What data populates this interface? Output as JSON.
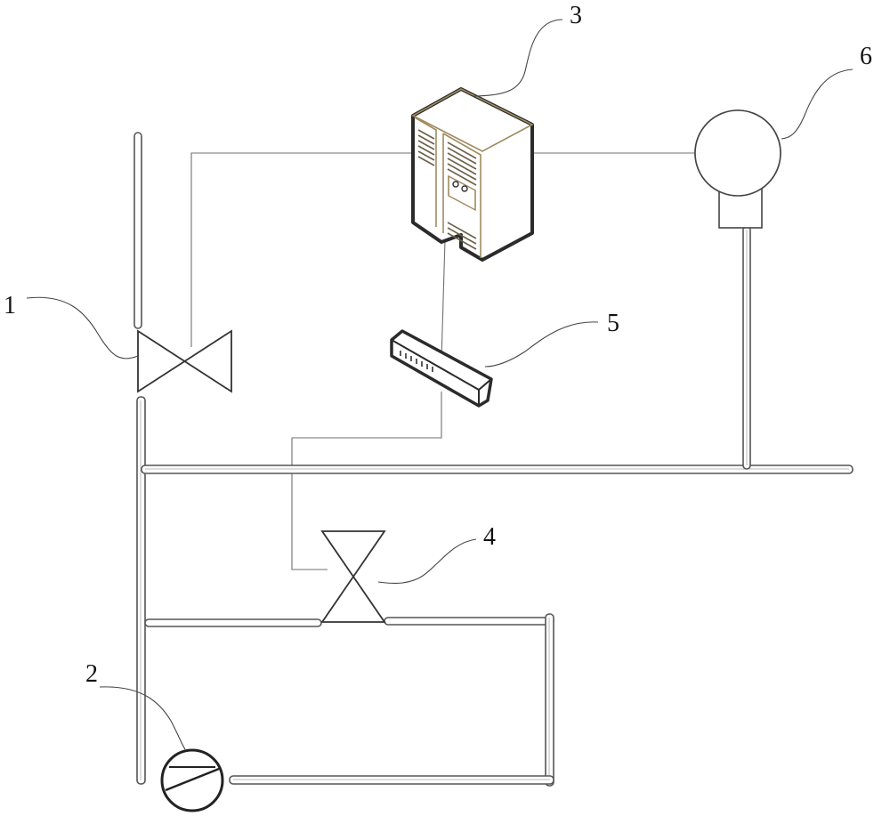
{
  "labels": {
    "valve_1": "1",
    "pump_2": "2",
    "cabinet_3": "3",
    "valve_4": "4",
    "switch_5": "5",
    "fan_6": "6"
  },
  "colors": {
    "line": "#555555",
    "accent": "#a08a5e",
    "background": "#ffffff"
  }
}
